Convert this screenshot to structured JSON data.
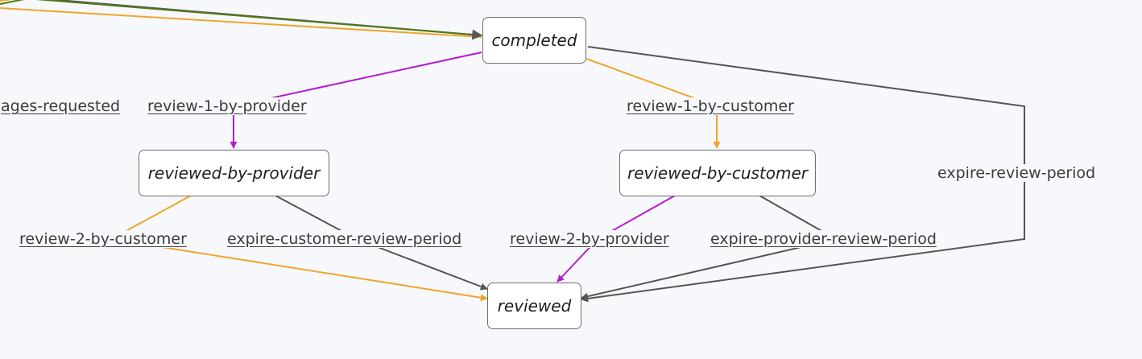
{
  "nodes": {
    "completed": "completed",
    "reviewed_by_provider": "reviewed-by-provider",
    "reviewed_by_customer": "reviewed-by-customer",
    "reviewed": "reviewed"
  },
  "transitions": {
    "changes_requested": "ages-requested",
    "review_1_by_provider": "review-1-by-provider",
    "review_1_by_customer": "review-1-by-customer",
    "expire_review_period": "expire-review-period",
    "review_2_by_customer": "review-2-by-customer",
    "expire_customer_review_period": "expire-customer-review-period",
    "review_2_by_provider": "review-2-by-provider",
    "expire_provider_review_period": "expire-provider-review-period"
  },
  "colors": {
    "background": "#f7f8fb",
    "customer": "#f0a52a",
    "provider": "#b51ad1",
    "system": "#555555",
    "incoming_green": "#4e7a12"
  }
}
